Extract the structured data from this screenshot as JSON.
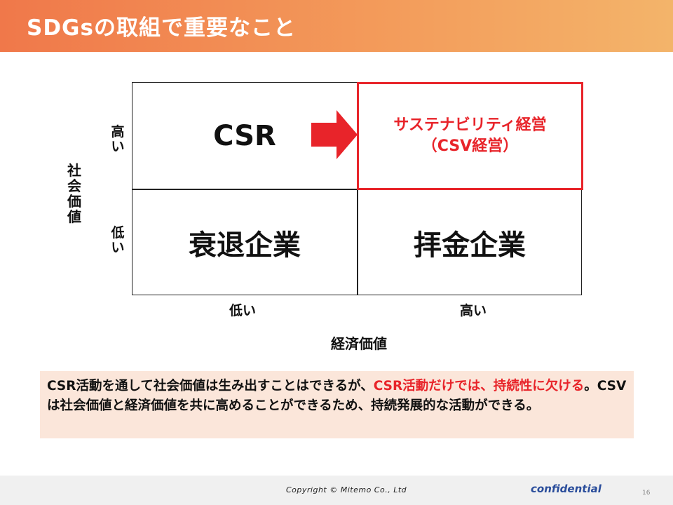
{
  "slide": {
    "title": "SDGsの取組で重要なこと"
  },
  "matrix": {
    "y_axis_label": "社会価値",
    "x_axis_label": "経済価値",
    "y_tick_high": "高い",
    "y_tick_low": "低い",
    "x_tick_low": "低い",
    "x_tick_high": "高い",
    "cell_high_low": "CSR",
    "cell_high_high_line1": "サステナビリティ経営",
    "cell_high_high_line2": "（CSV経営）",
    "cell_low_low": "衰退企業",
    "cell_low_high": "拝金企業",
    "arrow_color": "#e8242a",
    "highlight_color": "#e8242a"
  },
  "note": {
    "part1": "CSR活動を通して社会価値は生み出すことはできるが、",
    "part2_red": "CSR活動だけでは、持続性に欠ける",
    "part3": "。CSVは社会価値と経済価値を共に高めることができるため、持続発展的な活動ができる。"
  },
  "footer": {
    "copyright": "Copyright © Mitemo Co., Ltd",
    "confidential": "confidential",
    "page_number": "16"
  },
  "colors": {
    "title_gradient_start": "#f0784a",
    "title_gradient_end": "#f3b46a",
    "note_background": "#fbe6da",
    "accent_red": "#e8242a",
    "confidential_blue": "#2a4d9b"
  }
}
